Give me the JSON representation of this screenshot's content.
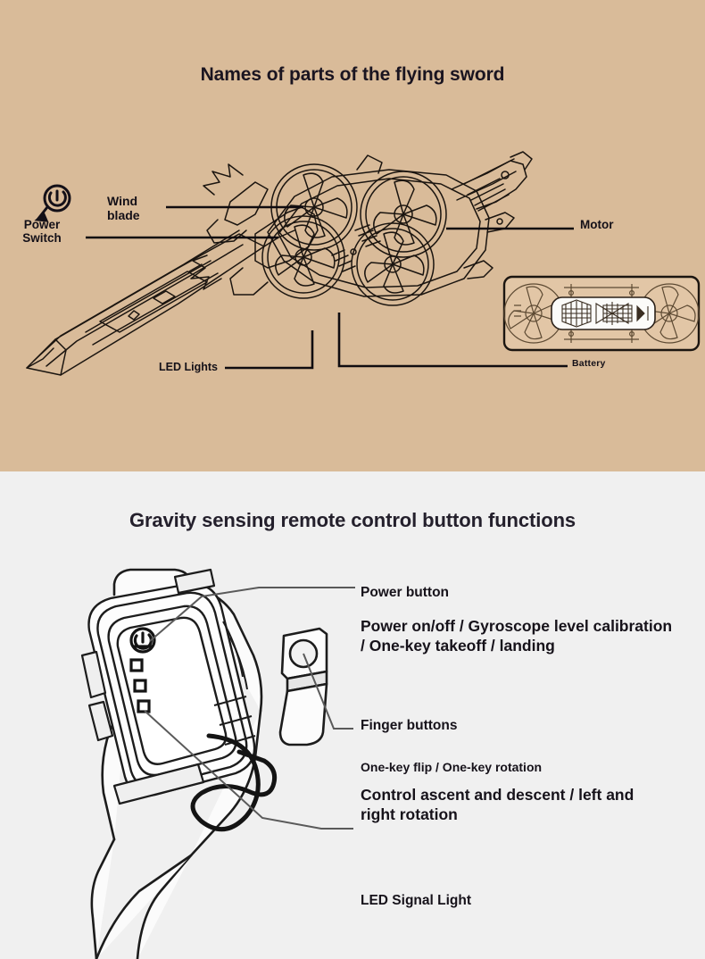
{
  "colors": {
    "top_background": "#d9bb99",
    "bottom_background": "#f0f0f0",
    "ink": "#141018",
    "leader_line": "#111111",
    "leader_line_bottom": "#555555"
  },
  "top_panel": {
    "title": "Names of parts of the flying sword",
    "labels": {
      "power_switch": "Power\nSwitch",
      "wind_blade": "Wind\nblade",
      "motor": "Motor",
      "led_lights": "LED Lights",
      "battery": "Battery"
    },
    "icons": {
      "power_switch": "power-switch-icon"
    },
    "product": {
      "name": "flying-sword-drone",
      "rotor_count": 4,
      "inset_name": "battery-detail-inset"
    }
  },
  "bottom_panel": {
    "title": "Gravity sensing remote control button functions",
    "entries": [
      {
        "heading": "Power button",
        "description": "Power on/off / Gyroscope level calibration / One-key takeoff / landing"
      },
      {
        "heading": "Finger buttons",
        "note": "One-key flip / One-key rotation",
        "description": "Control ascent and descent / left and right rotation"
      },
      {
        "heading": "LED Signal Light"
      }
    ],
    "device": {
      "name": "gravity-sensing-wristband-remote",
      "power_button_icon": "power-button-icon",
      "led_indicator_count": 3,
      "finger_ring_name": "finger-ring-button"
    }
  }
}
